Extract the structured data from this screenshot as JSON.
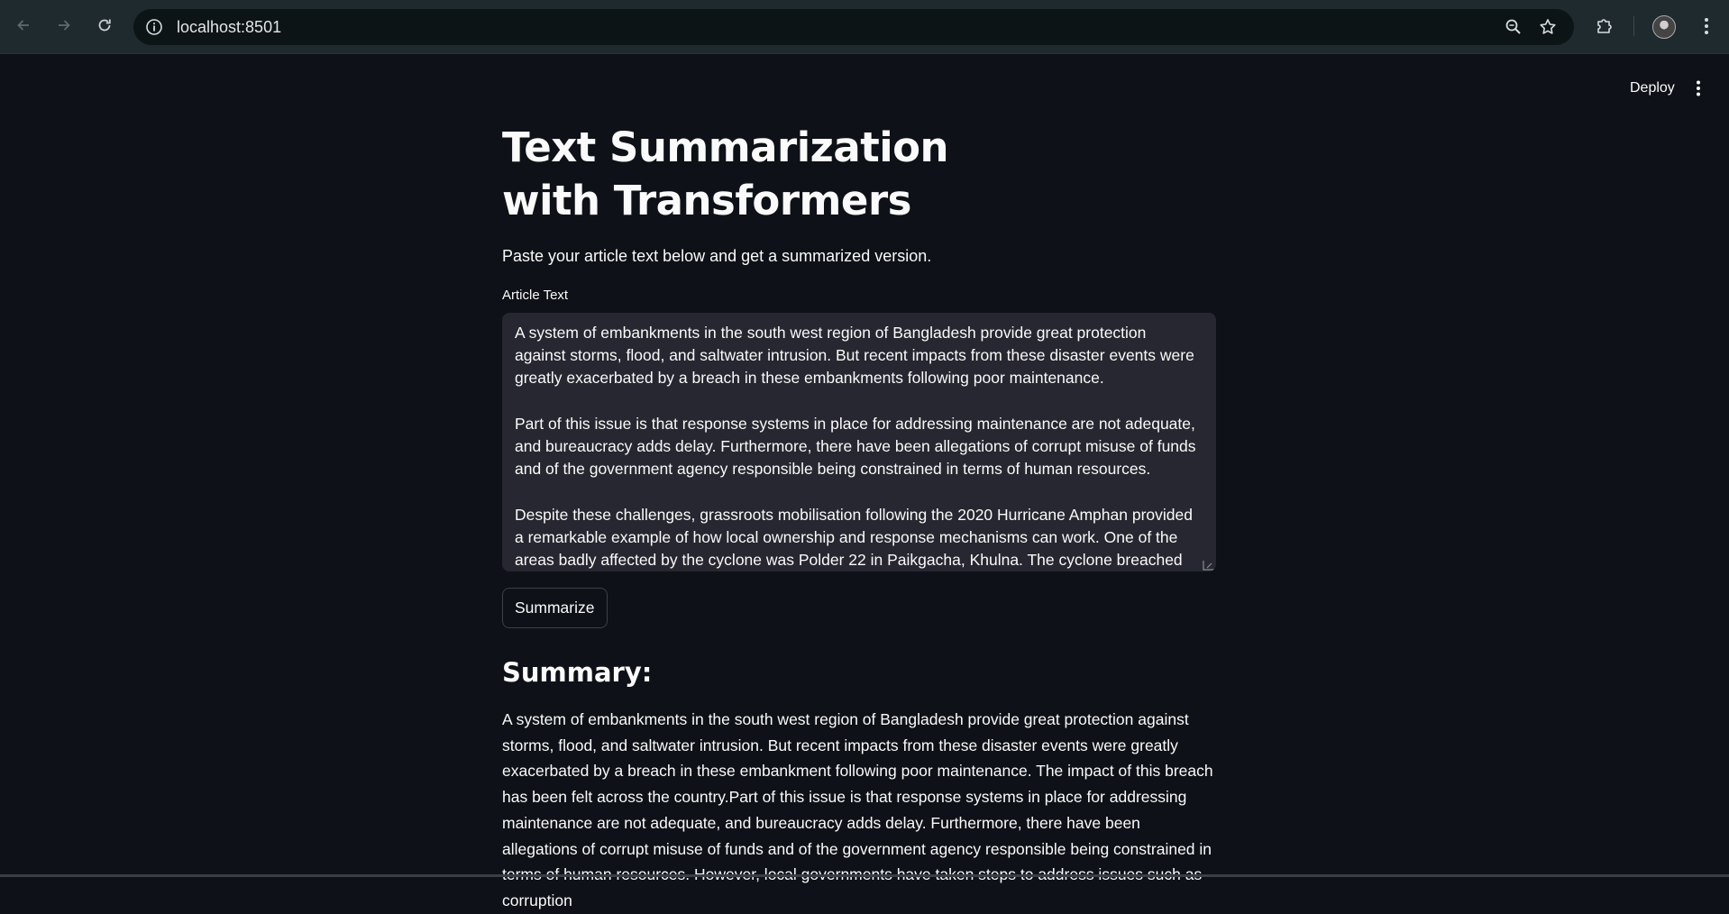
{
  "browser": {
    "url": "localhost:8501",
    "icons": {
      "back": "arrow-left-icon",
      "forward": "arrow-right-icon",
      "reload": "reload-icon",
      "site_info": "info-icon",
      "zoom": "zoom-icon",
      "bookmark": "star-icon",
      "extensions": "puzzle-icon",
      "profile": "avatar",
      "menu": "kebab-icon"
    }
  },
  "app_header": {
    "deploy_label": "Deploy",
    "menu_icon": "kebab-icon"
  },
  "main": {
    "title": "Text Summarization with Transformers",
    "intro": "Paste your article text below and get a summarized version.",
    "input_label": "Article Text",
    "input_value": "A system of embankments in the south west region of Bangladesh provide great protection against storms, flood, and saltwater intrusion. But recent impacts from these disaster events were greatly exacerbated by a breach in these embankments following poor maintenance.\n\nPart of this issue is that response systems in place for addressing maintenance are not adequate, and bureaucracy adds delay. Furthermore, there have been allegations of corrupt misuse of funds and of the government agency responsible being constrained in terms of human resources.\n\nDespite these challenges, grassroots mobilisation following the 2020 Hurricane Amphan provided a remarkable example of how local ownership and response mechanisms can work. One of the areas badly affected by the cyclone was Polder 22 in Paikgacha, Khulna. The cyclone breached the",
    "button_label": "Summarize",
    "summary_heading": "Summary:",
    "summary_text": "A system of embankments in the south west region of Bangladesh provide great protection against storms, flood, and saltwater intrusion. But recent impacts from these disaster events were greatly exacerbated by a breach in these embankment following poor maintenance. The impact of this breach has been felt across the country.Part of this issue is that response systems in place for addressing maintenance are not adequate, and bureaucracy adds delay. Furthermore, there have been allegations of corrupt misuse of funds and of the government agency responsible being constrained in terms of human resources. However, local governments have taken steps to address issues such as corruption"
  },
  "colors": {
    "background": "#0e1117",
    "chrome": "#1e2a2e",
    "textarea_bg": "#262730",
    "text": "#fafafa"
  }
}
